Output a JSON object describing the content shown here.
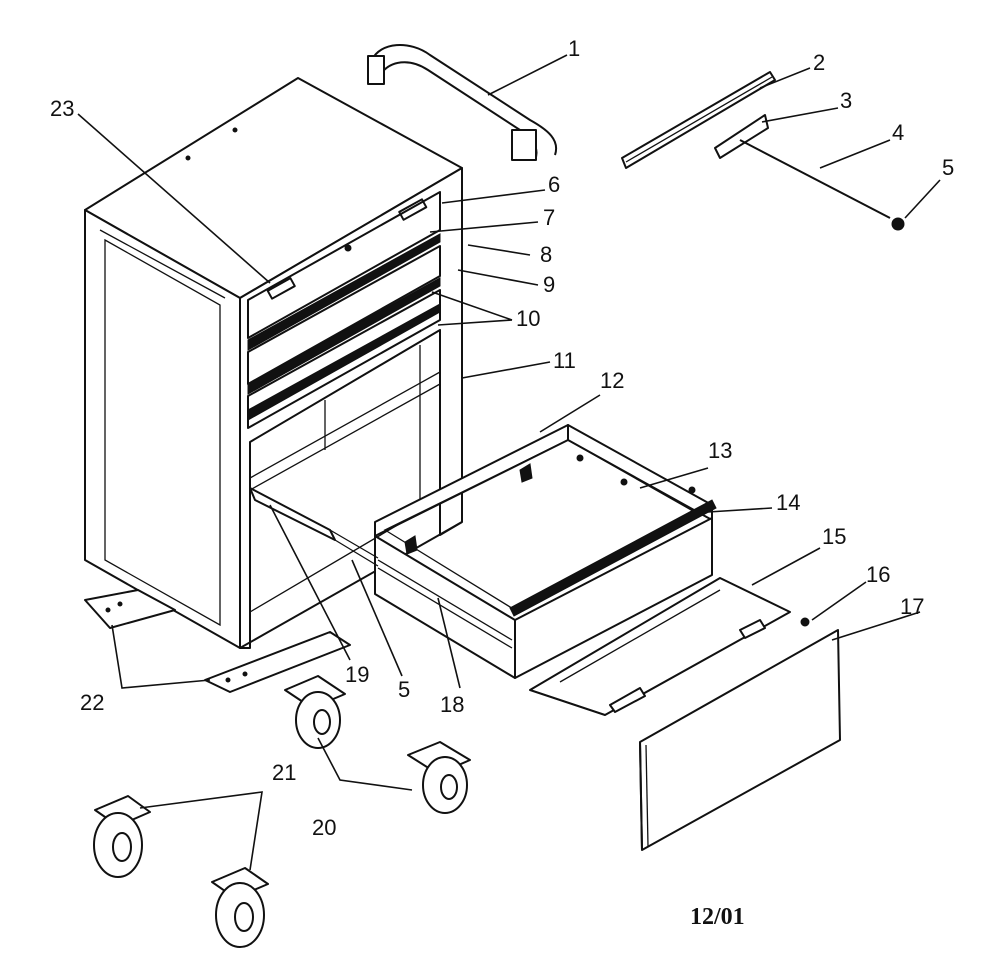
{
  "callouts": {
    "c1": "1",
    "c2": "2",
    "c3": "3",
    "c4": "4",
    "c5a": "5",
    "c6": "6",
    "c7": "7",
    "c8": "8",
    "c9": "9",
    "c10": "10",
    "c11": "11",
    "c12": "12",
    "c13": "13",
    "c14": "14",
    "c15": "15",
    "c16": "16",
    "c17": "17",
    "c18": "18",
    "c19": "19",
    "c5b": "5",
    "c20": "20",
    "c21": "21",
    "c22": "22",
    "c23": "23"
  },
  "date_code": "12/01"
}
